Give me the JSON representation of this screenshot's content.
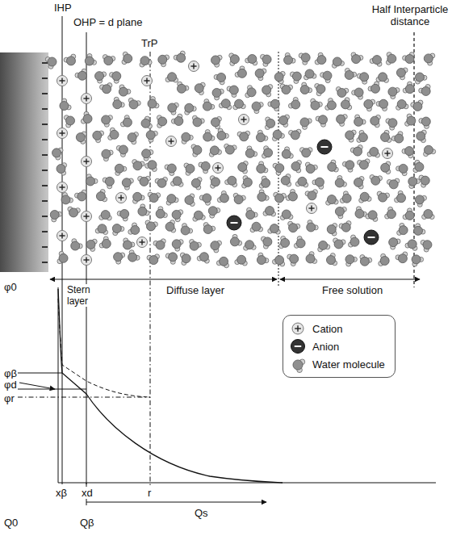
{
  "diagram": {
    "labels": [
      "IHP",
      "OHP = d plane",
      "TrP",
      "Half Interparticle distance",
      "Stern layer",
      "Diffuse layer",
      "Free solution",
      "φ0",
      "φβ",
      "φd",
      "φr",
      "xβ",
      "xd",
      "r",
      "Q0",
      "Qβ",
      "Qs"
    ],
    "legend": [
      {
        "text": "Cation"
      },
      {
        "text": "Anion"
      },
      {
        "text": "Water molecule"
      }
    ]
  }
}
